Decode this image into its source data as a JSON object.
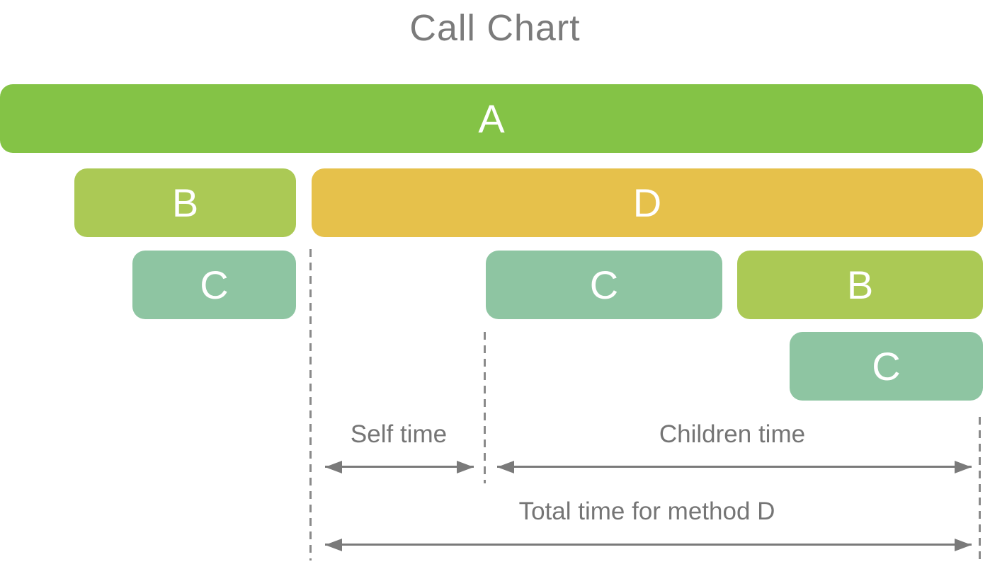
{
  "title": "Call Chart",
  "colors": {
    "method_a_green": "#84C346",
    "method_b_lime": "#ABC955",
    "method_c_sage": "#8EC5A2",
    "method_d_gold": "#E6C14B",
    "bar_label_text": "#FFFFFF",
    "title_text": "#7B7B7B",
    "annotation_text": "#757575",
    "arrow": "#7A7A7A",
    "dashed_line": "#8A8A8A",
    "background": "#FFFFFF"
  },
  "call_tree": {
    "description": "Flame-chart style call stack: A calls B and D; B calls C; D calls C and B; that B calls C",
    "bars": [
      {
        "label": "A",
        "method": "A",
        "depth": 0,
        "color": "#84C346"
      },
      {
        "label": "B",
        "method": "B",
        "depth": 1,
        "color": "#ABC955"
      },
      {
        "label": "D",
        "method": "D",
        "depth": 1,
        "color": "#E6C14B"
      },
      {
        "label": "C",
        "method": "C",
        "depth": 2,
        "color": "#8EC5A2"
      },
      {
        "label": "C",
        "method": "C",
        "depth": 2,
        "color": "#8EC5A2"
      },
      {
        "label": "B",
        "method": "B",
        "depth": 2,
        "color": "#ABC955"
      },
      {
        "label": "C",
        "method": "C",
        "depth": 3,
        "color": "#8EC5A2"
      }
    ]
  },
  "annotations": {
    "self_time": "Self time",
    "children_time": "Children time",
    "total_time": "Total time for method D"
  }
}
